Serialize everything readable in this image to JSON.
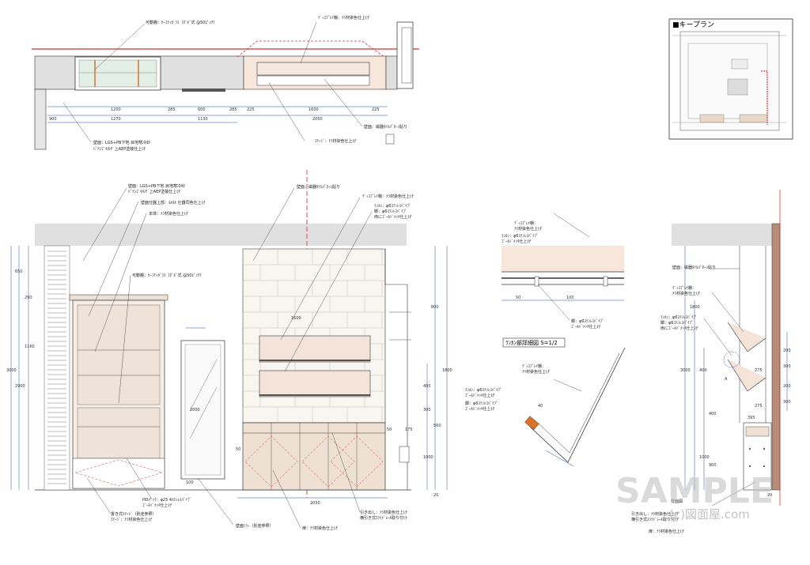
{
  "key_plan": {
    "title": "■キープラン"
  },
  "detail_title": "ﾗﾝｶﾝ部詳細図 S=1/2",
  "watermark": {
    "main": "SAMPLE",
    "sub": "(c)図面屋.com"
  },
  "labels": {
    "top_movable": "可動棚：ｾｰﾌﾃｨｶﾞﾗｽ（ﾀﾞﾎﾞ式 @50ﾋﾟｯﾁ）",
    "top_display": "ﾃﾞｨｽﾌﾟﾚｲ棚：ﾅﾗ材染色仕上げ",
    "top_wall_tile": "壁面：磁器ﾀｲﾙﾊﾟﾀｰﾝ貼り",
    "top_stage": "ｽﾃｰｼﾞ：ﾅﾗ材染色仕上げ",
    "top_wall_lgs": "壁面：LGS+PB下地 目地寒冷紗",
    "top_wall_paint": "ﾊﾟﾃｼｺﾞｷ/ﾙﾁﾞ上AEP塗装仕上げ",
    "el_wall_lgs": "壁面：LGS+PB下地 目地寒冷紗",
    "el_wall_paint": "ﾊﾟﾃｼｺﾞｷ/ﾙﾁﾞ上AEP塗装仕上げ",
    "el_wall_top": "壁面仕器上部：ﾓﾙﾀﾙ 仕器同色仕上げ",
    "el_body": "本体：ﾅﾗ材染色仕上げ",
    "el_movable": "可動棚：ｾｰﾌﾃｨｶﾞﾗｽ（ﾀﾞﾎﾞ式 @50ﾋﾟｯﾁ）",
    "el_wall_tile": "壁面：磁器ﾀｲﾙﾊﾟﾀｰﾝ貼り",
    "el_display": "ﾃﾞｨｽﾌﾟﾚｲ棚：ﾅﾗ材染色仕上げ",
    "el_rail": "ﾗﾝｶﾝ：φ6ｽﾃﾝﾚｽﾊﾟｲﾌﾟ",
    "el_leg": "脚：φ6ｽﾃﾝﾚｽﾊﾟｲﾌﾟ",
    "el_leg2": "両にｺﾞｰﾙﾄﾞﾒｯｷ仕上げ",
    "el_hd": "HDﾊﾟｯｸ：φ25 4ｽﾃﾝﾚｽﾊﾟｲﾌﾟ",
    "el_hd2": "ｺﾞｰﾙﾄﾞﾒｯｷ仕上げ",
    "el_stage1": "置き式ｽﾃｰｼﾞ（別途参照）",
    "el_stage2": "ｽﾃｰｼﾞ：ﾅﾗ材染色仕上げ",
    "el_mirror": "壁面ﾐﾗｰ（別途参照）",
    "el_drawer": "引き出し：ﾅﾗ材染色仕上げ",
    "el_drawer2": "横引き式ｽﾗｲﾄﾞﾚｰﾙ取り付け",
    "el_door": "扉：ﾅﾗ材染色仕上げ",
    "d_display": "ﾃﾞｨｽﾌﾟﾚｲ棚：",
    "d_display2": "ﾅﾗ材染色仕上げ",
    "d_rail": "ﾗﾝｶﾝ：φ6ｽﾃﾝﾚｽﾊﾟｲﾌﾟ",
    "d_rail2": "ｺﾞｰﾙﾄﾞﾒｯｷ仕上げ",
    "d_leg": "脚：φ6ｽﾃﾝﾚｽﾊﾟｲﾌﾟ",
    "d_leg2": "ｺﾞｰﾙﾄﾞﾒｯｷ仕上げ",
    "s_wall_tile": "壁面：磁器ﾀｲﾙﾊﾟﾀｰﾝ貼り",
    "s_display": "ﾃﾞｨｽﾌﾟﾚｲ棚：",
    "s_display2": "ﾅﾗ材染色仕上げ",
    "s_rail": "ﾗﾝｶﾝ：φ6ｽﾃﾝﾚｽﾊﾟｲﾌﾟ",
    "s_leg": "脚：φ6ｽﾃﾝﾚｽﾊﾟｲﾌﾟ",
    "s_leg2": "両にｺﾞｰﾙﾄﾞﾒｯｷ仕上げ",
    "s_ref": "背面図",
    "s_drawer": "引き出し：ﾅﾗ材染色仕上げ",
    "s_drawer2": "横引き式ｽﾗｲﾄﾞﾚｰﾙ取り付け",
    "s_door": "扉：ﾅﾗ材染色仕上げ"
  },
  "dims_top": [
    "900",
    "1270",
    "1200",
    "285",
    "600",
    "285",
    "225",
    "1130",
    "1600",
    "225",
    "2050"
  ],
  "dims_elev": [
    "3000",
    "2900",
    "650",
    "290",
    "1160",
    "2000",
    "1600",
    "2050",
    "50",
    "100",
    "800",
    "1800",
    "1000",
    "50",
    "400",
    "300",
    "175",
    "560",
    "20"
  ],
  "dims_detail": [
    "50",
    "100",
    "40"
  ],
  "dims_side": [
    "1800",
    "3000",
    "400",
    "200",
    "300",
    "275",
    "200",
    "300",
    "275",
    "395",
    "1000",
    "900",
    "400",
    "20",
    "A"
  ]
}
